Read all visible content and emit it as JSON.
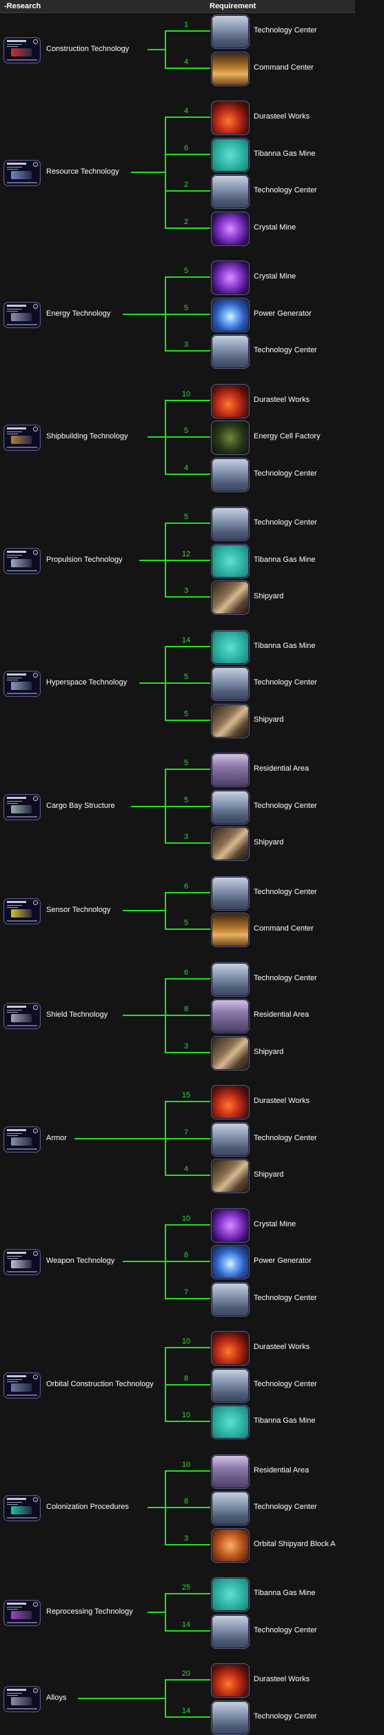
{
  "header": {
    "research": "-Research",
    "requirement": "Requirement"
  },
  "colors": {
    "line": "#1fe31f",
    "level": "#1fe31f",
    "text": "#ffffff",
    "background": "#141414"
  },
  "research": [
    {
      "name": "Construction Technology",
      "icon": "construction-tech-icon",
      "requirements": [
        {
          "level": "1",
          "building": "Technology Center",
          "icon": "technology-center-icon"
        },
        {
          "level": "4",
          "building": "Command Center",
          "icon": "command-center-icon"
        }
      ]
    },
    {
      "name": "Resource Technology",
      "icon": "resource-tech-icon",
      "requirements": [
        {
          "level": "4",
          "building": "Durasteel Works",
          "icon": "durasteel-works-icon"
        },
        {
          "level": "6",
          "building": "Tibanna Gas Mine",
          "icon": "tibanna-gas-mine-icon"
        },
        {
          "level": "2",
          "building": "Technology Center",
          "icon": "technology-center-icon"
        },
        {
          "level": "2",
          "building": "Crystal Mine",
          "icon": "crystal-mine-icon"
        }
      ]
    },
    {
      "name": "Energy Technology",
      "icon": "energy-tech-icon",
      "requirements": [
        {
          "level": "5",
          "building": "Crystal Mine",
          "icon": "crystal-mine-icon"
        },
        {
          "level": "5",
          "building": "Power Generator",
          "icon": "power-generator-icon"
        },
        {
          "level": "3",
          "building": "Technology Center",
          "icon": "technology-center-icon"
        }
      ]
    },
    {
      "name": "Shipbuilding Technology",
      "icon": "shipbuilding-tech-icon",
      "requirements": [
        {
          "level": "10",
          "building": "Durasteel Works",
          "icon": "durasteel-works-icon"
        },
        {
          "level": "5",
          "building": "Energy Cell Factory",
          "icon": "energy-cell-factory-icon"
        },
        {
          "level": "4",
          "building": "Technology Center",
          "icon": "technology-center-icon"
        }
      ]
    },
    {
      "name": "Propulsion Technology",
      "icon": "propulsion-tech-icon",
      "requirements": [
        {
          "level": "5",
          "building": "Technology Center",
          "icon": "technology-center-icon"
        },
        {
          "level": "12",
          "building": "Tibanna Gas Mine",
          "icon": "tibanna-gas-mine-icon"
        },
        {
          "level": "3",
          "building": "Shipyard",
          "icon": "shipyard-icon"
        }
      ]
    },
    {
      "name": "Hyperspace Technology",
      "icon": "hyperspace-tech-icon",
      "requirements": [
        {
          "level": "14",
          "building": "Tibanna Gas Mine",
          "icon": "tibanna-gas-mine-icon"
        },
        {
          "level": "5",
          "building": "Technology Center",
          "icon": "technology-center-icon"
        },
        {
          "level": "5",
          "building": "Shipyard",
          "icon": "shipyard-icon"
        }
      ]
    },
    {
      "name": "Cargo Bay Structure",
      "icon": "cargo-bay-icon",
      "requirements": [
        {
          "level": "5",
          "building": "Residential Area",
          "icon": "residential-area-icon"
        },
        {
          "level": "5",
          "building": "Technology Center",
          "icon": "technology-center-icon"
        },
        {
          "level": "3",
          "building": "Shipyard",
          "icon": "shipyard-icon"
        }
      ]
    },
    {
      "name": "Sensor Technology",
      "icon": "sensor-tech-icon",
      "requirements": [
        {
          "level": "6",
          "building": "Technology Center",
          "icon": "technology-center-icon"
        },
        {
          "level": "5",
          "building": "Command Center",
          "icon": "command-center-icon"
        }
      ]
    },
    {
      "name": "Shield Technology",
      "icon": "shield-tech-icon",
      "requirements": [
        {
          "level": "6",
          "building": "Technology Center",
          "icon": "technology-center-icon"
        },
        {
          "level": "8",
          "building": "Residential Area",
          "icon": "residential-area-icon"
        },
        {
          "level": "3",
          "building": "Shipyard",
          "icon": "shipyard-icon"
        }
      ]
    },
    {
      "name": "Armor",
      "icon": "armor-tech-icon",
      "requirements": [
        {
          "level": "15",
          "building": "Durasteel Works",
          "icon": "durasteel-works-icon"
        },
        {
          "level": "7",
          "building": "Technology Center",
          "icon": "technology-center-icon"
        },
        {
          "level": "4",
          "building": "Shipyard",
          "icon": "shipyard-icon"
        }
      ]
    },
    {
      "name": "Weapon Technology",
      "icon": "weapon-tech-icon",
      "requirements": [
        {
          "level": "10",
          "building": "Crystal Mine",
          "icon": "crystal-mine-icon"
        },
        {
          "level": "8",
          "building": "Power Generator",
          "icon": "power-generator-icon"
        },
        {
          "level": "7",
          "building": "Technology Center",
          "icon": "technology-center-icon"
        }
      ]
    },
    {
      "name": "Orbital Construction Technology",
      "icon": "orbital-construction-icon",
      "requirements": [
        {
          "level": "10",
          "building": "Durasteel Works",
          "icon": "durasteel-works-icon"
        },
        {
          "level": "8",
          "building": "Technology Center",
          "icon": "technology-center-icon"
        },
        {
          "level": "10",
          "building": "Tibanna Gas Mine",
          "icon": "tibanna-gas-mine-icon"
        }
      ]
    },
    {
      "name": "Colonization Procedures",
      "icon": "colonization-icon",
      "requirements": [
        {
          "level": "10",
          "building": "Residential Area",
          "icon": "residential-area-icon"
        },
        {
          "level": "8",
          "building": "Technology Center",
          "icon": "technology-center-icon"
        },
        {
          "level": "3",
          "building": "Orbital Shipyard Block A",
          "icon": "orbital-shipyard-icon"
        }
      ]
    },
    {
      "name": "Reprocessing Technology",
      "icon": "reprocessing-tech-icon",
      "requirements": [
        {
          "level": "25",
          "building": "Tibanna Gas Mine",
          "icon": "tibanna-gas-mine-icon"
        },
        {
          "level": "14",
          "building": "Technology Center",
          "icon": "technology-center-icon"
        }
      ]
    },
    {
      "name": "Alloys",
      "icon": "alloys-tech-icon",
      "requirements": [
        {
          "level": "20",
          "building": "Durasteel Works",
          "icon": "durasteel-works-icon"
        },
        {
          "level": "14",
          "building": "Technology Center",
          "icon": "technology-center-icon"
        }
      ]
    }
  ]
}
